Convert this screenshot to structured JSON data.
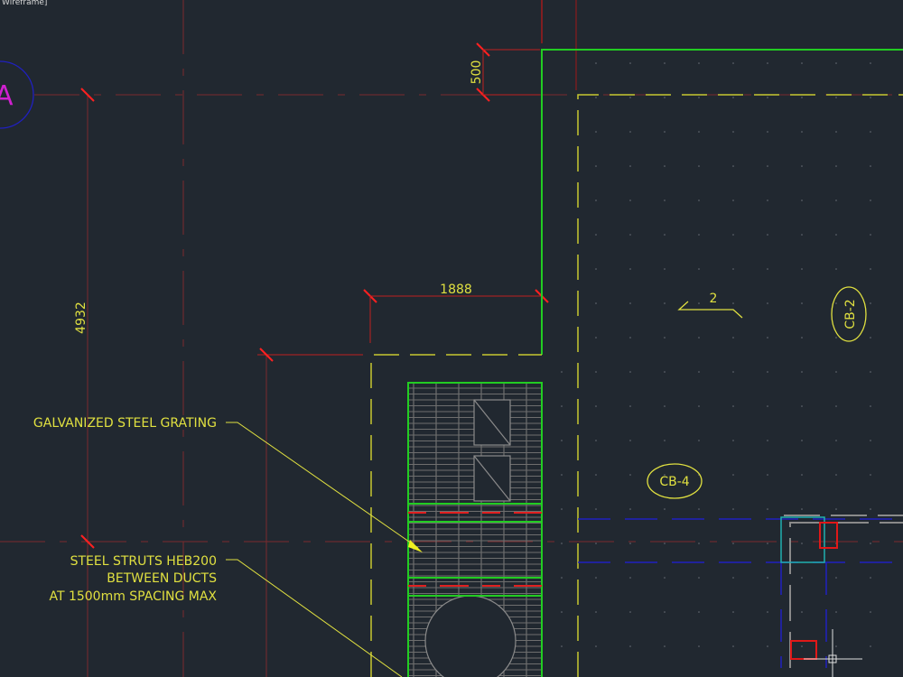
{
  "viewport": {
    "label": "Wireframe]"
  },
  "grid_bubble": {
    "label": "A"
  },
  "dimensions": {
    "vertical_left": "4932",
    "vertical_top": "500",
    "horizontal": "1888"
  },
  "notes": {
    "grating": "GALVANIZED STEEL GRATING",
    "struts_line1": "STEEL STRUTS HEB200",
    "struts_line2": "BETWEEN DUCTS",
    "struts_line3": "AT 1500mm SPACING MAX"
  },
  "tags": {
    "cb2": "CB-2",
    "cb4": "CB-4",
    "span_direction": "2"
  },
  "colors": {
    "background": "#212830",
    "grid_line": "#8a2a2a",
    "dimension": "#e0e040",
    "slab_edge": "#22cc22",
    "tick": "#ff2020",
    "hidden": "#2020c0",
    "column": "#20b0b0"
  }
}
